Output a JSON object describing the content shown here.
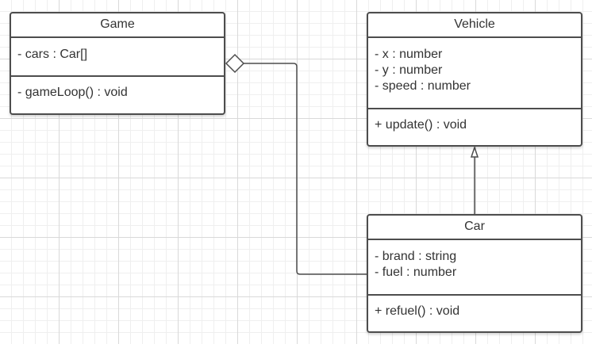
{
  "classes": {
    "game": {
      "name": "Game",
      "attributes": [
        "- cars : Car[]"
      ],
      "methods": [
        "- gameLoop() : void"
      ]
    },
    "vehicle": {
      "name": "Vehicle",
      "attributes": [
        "- x : number",
        "- y : number",
        "- speed : number"
      ],
      "methods": [
        "+ update() : void"
      ]
    },
    "car": {
      "name": "Car",
      "attributes": [
        "- brand : string",
        "- fuel : number"
      ],
      "methods": [
        "+ refuel() : void"
      ]
    }
  },
  "relationships": [
    {
      "type": "aggregation",
      "whole": "Game",
      "part": "Car"
    },
    {
      "type": "inheritance",
      "child": "Car",
      "parent": "Vehicle"
    }
  ]
}
